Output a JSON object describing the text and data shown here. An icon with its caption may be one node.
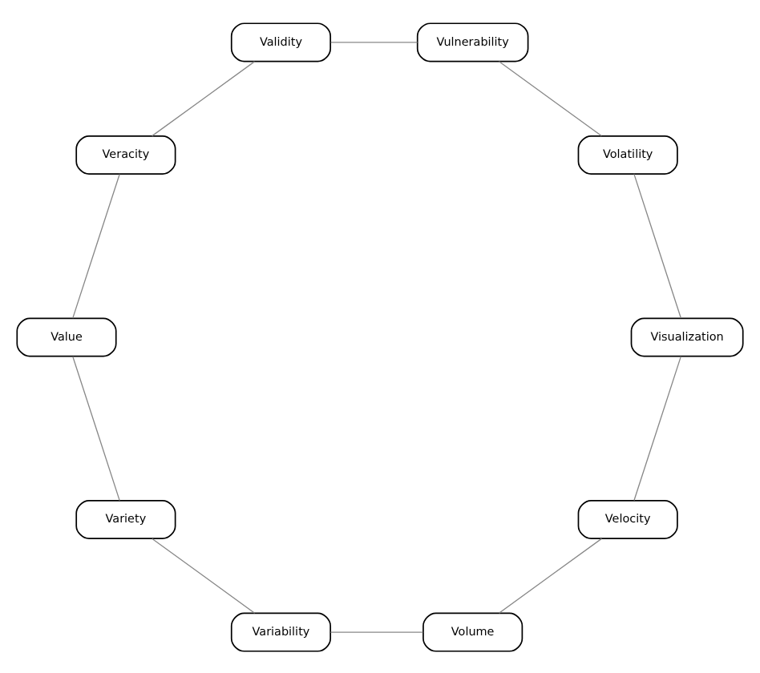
{
  "diagram": {
    "nodes": [
      {
        "text": [
          "Velocity"
        ]
      },
      {
        "text": [
          "Volume"
        ]
      },
      {
        "text": [
          "Variability"
        ]
      },
      {
        "text": [
          "Variety"
        ]
      },
      {
        "text": [
          "Value"
        ]
      },
      {
        "text": [
          "Veracity"
        ]
      },
      {
        "text": [
          "Validity"
        ]
      },
      {
        "text": [
          "Vulnerability"
        ]
      },
      {
        "text": [
          "Volatility"
        ]
      },
      {
        "text": [
          "Visualization"
        ]
      }
    ],
    "edges": [
      {
        "from": 0,
        "to": 1,
        "arrow": "none"
      },
      {
        "from": 1,
        "to": 2,
        "arrow": "none"
      },
      {
        "from": 2,
        "to": 3,
        "arrow": "none"
      },
      {
        "from": 3,
        "to": 4,
        "arrow": "none"
      },
      {
        "from": 4,
        "to": 5,
        "arrow": "none"
      },
      {
        "from": 5,
        "to": 6,
        "arrow": "none"
      },
      {
        "from": 6,
        "to": 7,
        "arrow": "none"
      },
      {
        "from": 7,
        "to": 8,
        "arrow": "none"
      },
      {
        "from": 8,
        "to": 9,
        "arrow": "none"
      },
      {
        "from": 9,
        "to": 0,
        "arrow": "none"
      }
    ]
  }
}
